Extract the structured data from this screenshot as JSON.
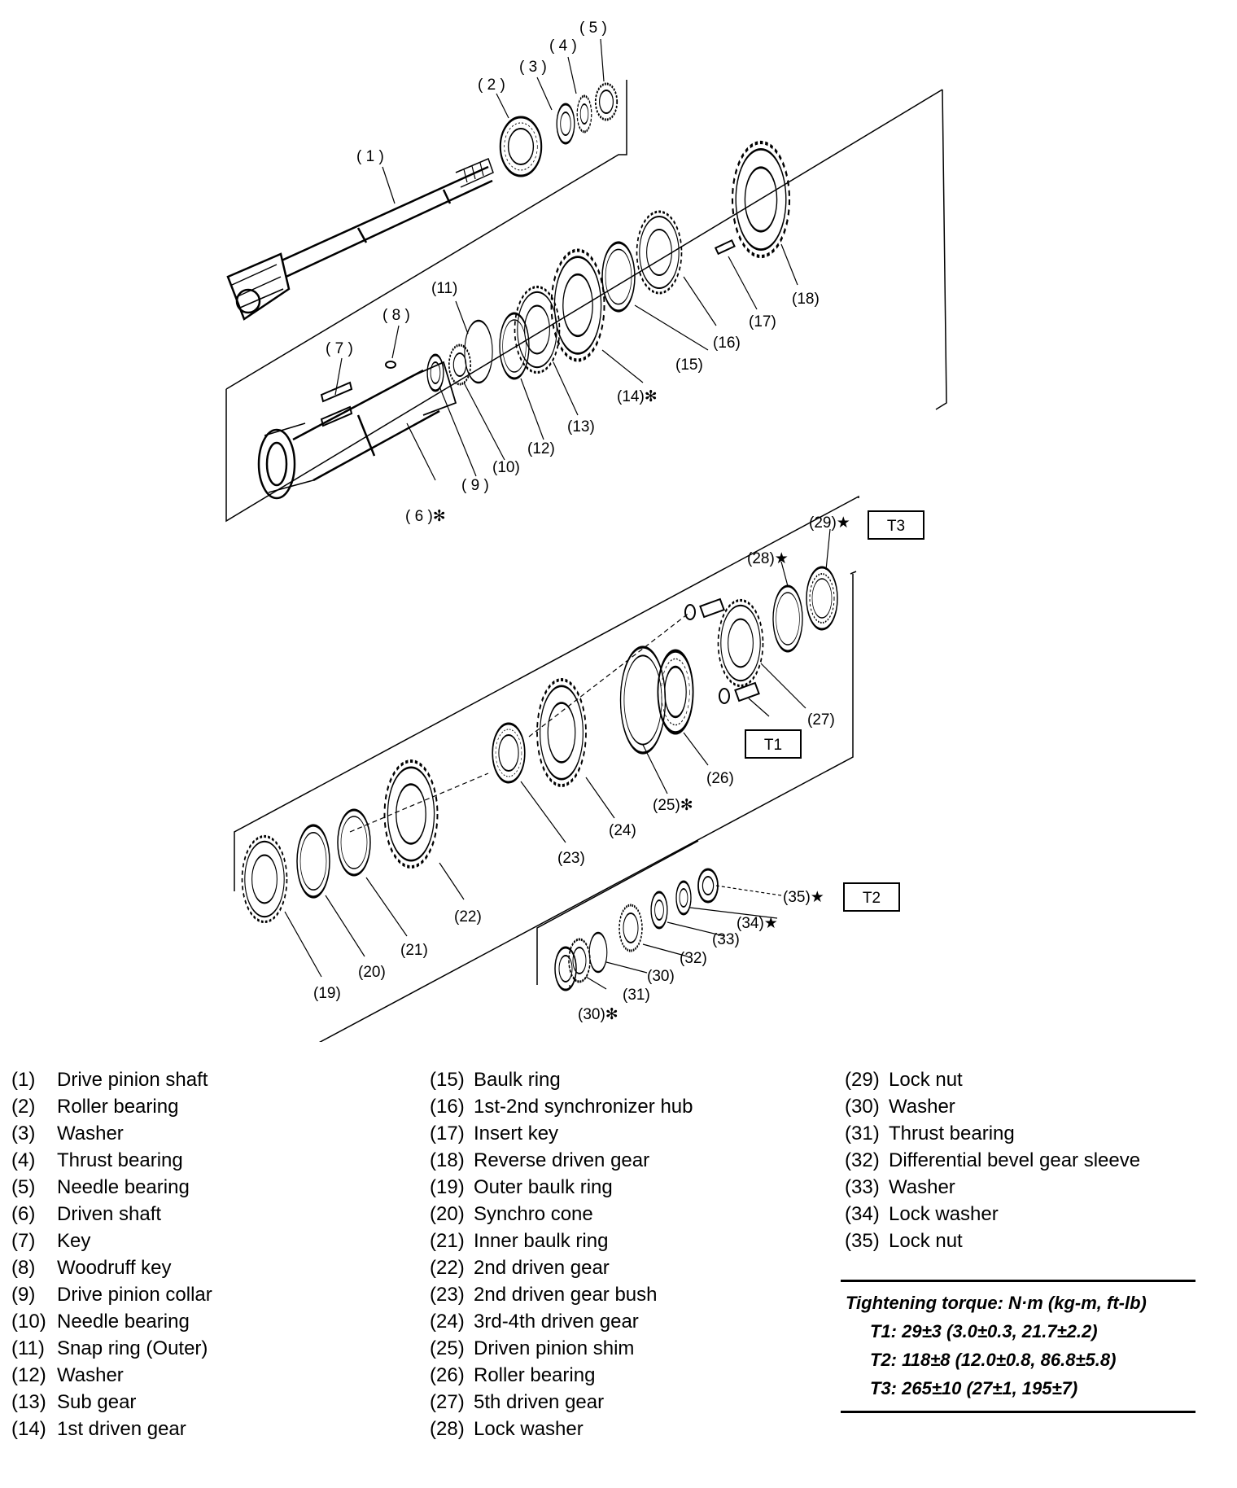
{
  "callouts": [
    {
      "id": "c1",
      "text": "( 1 )"
    },
    {
      "id": "c2",
      "text": "( 2 )"
    },
    {
      "id": "c3",
      "text": "( 3 )"
    },
    {
      "id": "c4",
      "text": "( 4 )"
    },
    {
      "id": "c5",
      "text": "( 5 )"
    },
    {
      "id": "c6",
      "text": "( 6 )✻"
    },
    {
      "id": "c7",
      "text": "( 7 )"
    },
    {
      "id": "c8",
      "text": "( 8 )"
    },
    {
      "id": "c9",
      "text": "( 9 )"
    },
    {
      "id": "c10",
      "text": "(10)"
    },
    {
      "id": "c11",
      "text": "(11)"
    },
    {
      "id": "c12",
      "text": "(12)"
    },
    {
      "id": "c13",
      "text": "(13)"
    },
    {
      "id": "c14",
      "text": "(14)✻"
    },
    {
      "id": "c15",
      "text": "(15)"
    },
    {
      "id": "c16",
      "text": "(16)"
    },
    {
      "id": "c17",
      "text": "(17)"
    },
    {
      "id": "c18",
      "text": "(18)"
    },
    {
      "id": "c19",
      "text": "(19)"
    },
    {
      "id": "c20",
      "text": "(20)"
    },
    {
      "id": "c21",
      "text": "(21)"
    },
    {
      "id": "c22",
      "text": "(22)"
    },
    {
      "id": "c23",
      "text": "(23)"
    },
    {
      "id": "c24",
      "text": "(24)"
    },
    {
      "id": "c25",
      "text": "(25)✻"
    },
    {
      "id": "c26",
      "text": "(26)"
    },
    {
      "id": "c27",
      "text": "(27)"
    },
    {
      "id": "c28",
      "text": "(28)★"
    },
    {
      "id": "c29",
      "text": "(29)★"
    },
    {
      "id": "c30a",
      "text": "(30)"
    },
    {
      "id": "c30b",
      "text": "(30)✻"
    },
    {
      "id": "c31",
      "text": "(31)"
    },
    {
      "id": "c32",
      "text": "(32)"
    },
    {
      "id": "c33",
      "text": "(33)"
    },
    {
      "id": "c34",
      "text": "(34)★"
    },
    {
      "id": "c35",
      "text": "(35)★"
    }
  ],
  "torque_tags": [
    {
      "id": "t1",
      "text": "T1"
    },
    {
      "id": "t2",
      "text": "T2"
    },
    {
      "id": "t3",
      "text": "T3"
    }
  ],
  "legend": {
    "col1": [
      {
        "num": "(1)",
        "name": "Drive pinion shaft"
      },
      {
        "num": "(2)",
        "name": "Roller bearing"
      },
      {
        "num": "(3)",
        "name": "Washer"
      },
      {
        "num": "(4)",
        "name": "Thrust bearing"
      },
      {
        "num": "(5)",
        "name": "Needle bearing"
      },
      {
        "num": "(6)",
        "name": "Driven shaft"
      },
      {
        "num": "(7)",
        "name": "Key"
      },
      {
        "num": "(8)",
        "name": "Woodruff key"
      },
      {
        "num": "(9)",
        "name": "Drive pinion collar"
      },
      {
        "num": "(10)",
        "name": "Needle bearing"
      },
      {
        "num": "(11)",
        "name": "Snap ring (Outer)"
      },
      {
        "num": "(12)",
        "name": "Washer"
      },
      {
        "num": "(13)",
        "name": "Sub gear"
      },
      {
        "num": "(14)",
        "name": "1st driven gear"
      }
    ],
    "col2": [
      {
        "num": "(15)",
        "name": "Baulk ring"
      },
      {
        "num": "(16)",
        "name": "1st-2nd synchronizer hub"
      },
      {
        "num": "(17)",
        "name": "Insert key"
      },
      {
        "num": "(18)",
        "name": "Reverse driven gear"
      },
      {
        "num": "(19)",
        "name": "Outer baulk ring"
      },
      {
        "num": "(20)",
        "name": "Synchro cone"
      },
      {
        "num": "(21)",
        "name": "Inner baulk ring"
      },
      {
        "num": "(22)",
        "name": "2nd driven gear"
      },
      {
        "num": "(23)",
        "name": "2nd driven gear bush"
      },
      {
        "num": "(24)",
        "name": "3rd-4th driven gear"
      },
      {
        "num": "(25)",
        "name": "Driven pinion shim"
      },
      {
        "num": "(26)",
        "name": "Roller bearing"
      },
      {
        "num": "(27)",
        "name": "5th driven gear"
      },
      {
        "num": "(28)",
        "name": "Lock washer"
      }
    ],
    "col3": [
      {
        "num": "(29)",
        "name": "Lock nut"
      },
      {
        "num": "(30)",
        "name": "Washer"
      },
      {
        "num": "(31)",
        "name": "Thrust bearing"
      },
      {
        "num": "(32)",
        "name": "Differential bevel gear sleeve"
      },
      {
        "num": "(33)",
        "name": "Washer"
      },
      {
        "num": "(34)",
        "name": "Lock washer"
      },
      {
        "num": "(35)",
        "name": "Lock nut"
      }
    ]
  },
  "torque": {
    "title": "Tightening torque: N·m (kg-m, ft-lb)",
    "t1": "T1: 29±3 (3.0±0.3, 21.7±2.2)",
    "t2": "T2: 118±8 (12.0±0.8, 86.8±5.8)",
    "t3": "T3: 265±10 (27±1, 195±7)"
  }
}
